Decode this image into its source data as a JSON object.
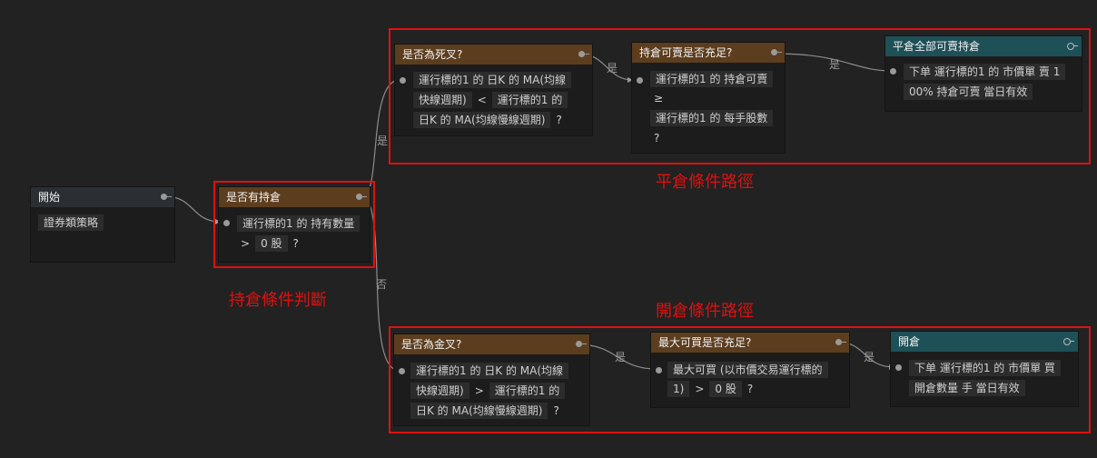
{
  "nodes": {
    "start": {
      "title": "開始",
      "value": "證券類策略"
    },
    "hold": {
      "title": "是否有持倉",
      "param": "運行標的1 的 持有數量",
      "op": ">",
      "value": "0 股",
      "q": "?"
    },
    "death": {
      "title": "是否為死叉?",
      "p1a": "運行標的1 的 日K 的 MA(均線",
      "p1b": "快線週期)",
      "op": "<",
      "p2a": "運行標的1 的",
      "p2b": "日K 的 MA(均線慢線週期)",
      "q": "?"
    },
    "sellable": {
      "title": "持倉可賣是否充足?",
      "p1": "運行標的1 的 持倉可賣",
      "op": "≥",
      "p2": "運行標的1 的 每手股數",
      "q": "?"
    },
    "close": {
      "title": "平倉全部可賣持倉",
      "l1": "下单 運行標的1 的 市價單  賣 1",
      "l2": "00% 持倉可賣 當日有效"
    },
    "golden": {
      "title": "是否為金叉?",
      "p1a": "運行標的1 的 日K 的 MA(均線",
      "p1b": "快線週期)",
      "op": ">",
      "p2a": "運行標的1 的",
      "p2b": "日K 的 MA(均線慢線週期)",
      "q": "?"
    },
    "maxbuy": {
      "title": "最大可買是否充足?",
      "p1a": "最大可買 (以市價交易運行標的",
      "p1b": "1)",
      "op": ">",
      "value": "0 股",
      "q": "?"
    },
    "open": {
      "title": "開倉",
      "l1": "下单 運行標的1 的 市價單  買",
      "l2": "開倉數量 手 當日有效"
    }
  },
  "edge_labels": {
    "yes": "是",
    "no": "否"
  },
  "annotations": {
    "hold_judge": "持倉條件判斷",
    "close_path": "平倉條件路徑",
    "open_path": "開倉條件路徑"
  },
  "colors": {
    "header_brown": "#5c3d1e",
    "header_teal": "#1e5057",
    "annotation_red": "#e01010",
    "background": "#222222"
  }
}
